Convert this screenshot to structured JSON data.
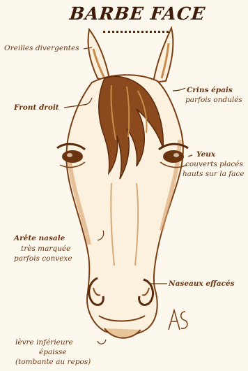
{
  "title": "BARBE FACE",
  "labels": {
    "oreilles": "Oreilles divergentes",
    "front": "Front droit",
    "criniere_1": "Crins épais",
    "criniere_2": "parfois ondulés",
    "yeux_1": "Yeux",
    "yeux_2": "couverts placés",
    "yeux_3": "hauts sur la face",
    "arete_1": "Arête nasale",
    "arete_2": "très marquée",
    "arete_3": "parfois convexe",
    "naseaux": "Naseaux effacés",
    "levre_1": "lèvre inférieure",
    "levre_2": "épaisse",
    "levre_3": "(tombante au repos)"
  },
  "colors": {
    "background": "#fdf8ed",
    "ink": "#6b3410",
    "dark_ink": "#3e1b08",
    "mane": "#8a4a1e",
    "shading": "#c98a4a"
  }
}
